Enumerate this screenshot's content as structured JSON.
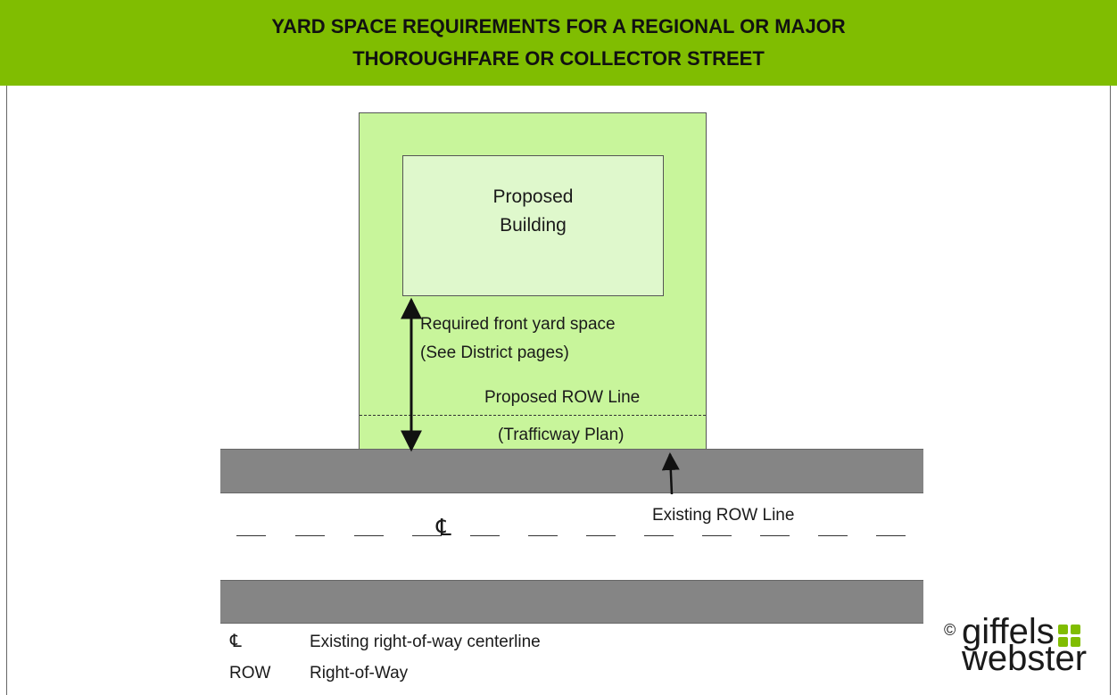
{
  "header": {
    "line1": "YARD SPACE REQUIREMENTS FOR A REGIONAL OR MAJOR",
    "line2": "THOROUGHFARE OR COLLECTOR STREET"
  },
  "building": {
    "line1": "Proposed",
    "line2": "Building"
  },
  "front_yard": {
    "line1": "Required front yard space",
    "line2": "(See District pages)"
  },
  "proposed_row": {
    "line1": "Proposed ROW Line",
    "line2": "(Trafficway Plan)"
  },
  "existing_row": "Existing ROW Line",
  "centerline_symbol": "℄",
  "legend": [
    {
      "symbol": "℄",
      "text": "Existing right-of-way centerline"
    },
    {
      "symbol": "ROW",
      "text": "Right-of-Way"
    }
  ],
  "logo": {
    "copyright": "©",
    "word1": "giffels",
    "word2": "webster"
  },
  "colors": {
    "header": "#80bd01",
    "lot": "#c8f59b",
    "building": "#dff8cc",
    "road": "#858585"
  }
}
